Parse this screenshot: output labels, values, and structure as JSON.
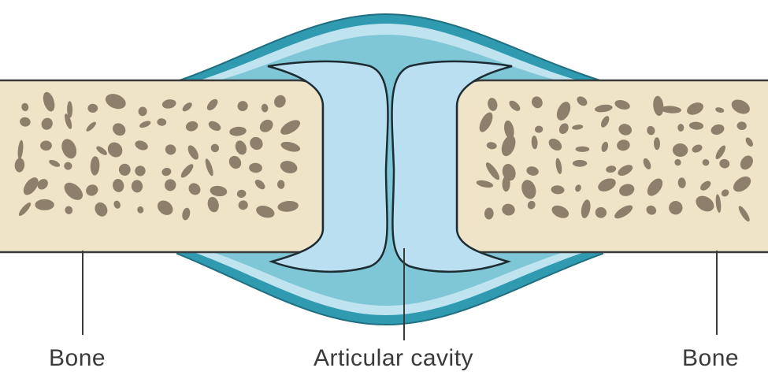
{
  "labels": {
    "left_bone": "Bone",
    "articular_cavity": "Articular cavity",
    "right_bone": "Bone"
  },
  "colors": {
    "bone_fill": "#f0e4c8",
    "bone_outline": "#3a3a3a",
    "spongy_spots": "#8d7f6c",
    "capsule_outer": "#2f9ab0",
    "capsule_inner_layer": "#bfe3ef",
    "synovial_fluid": "#7fc7d6",
    "articular_cartilage": "#b9dff0",
    "leader_line": "#3a3a3a"
  }
}
